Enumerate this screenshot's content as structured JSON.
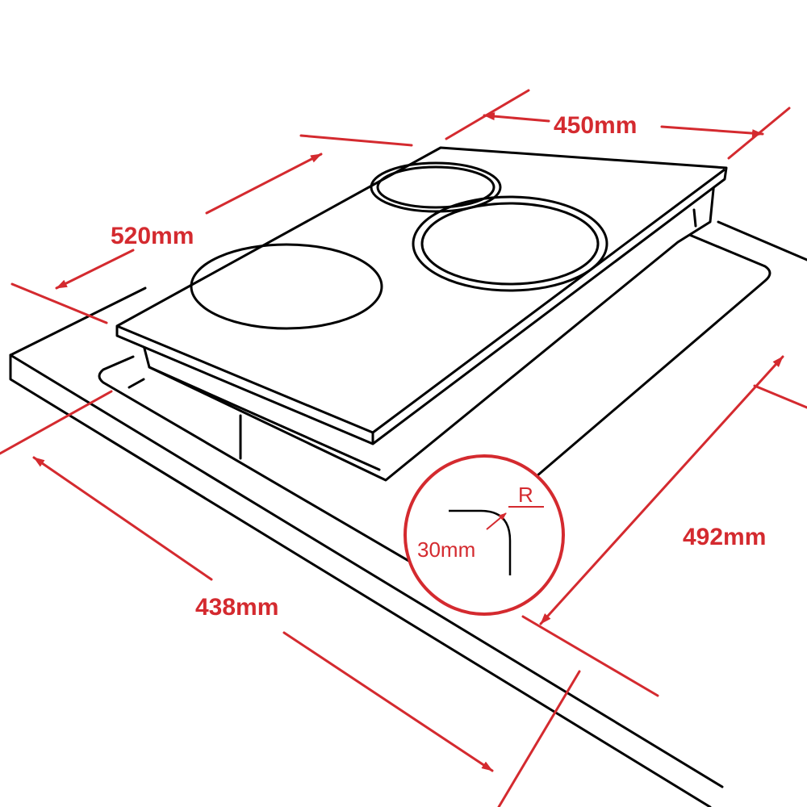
{
  "colors": {
    "dimension": "#d42a2f",
    "outline": "#000000",
    "background": "#ffffff"
  },
  "dimensions": {
    "hob_width": "450mm",
    "hob_depth": "520mm",
    "cutout_width": "438mm",
    "cutout_depth": "492mm"
  },
  "corner_detail": {
    "radius_symbol": "R",
    "radius_value": "30mm"
  }
}
